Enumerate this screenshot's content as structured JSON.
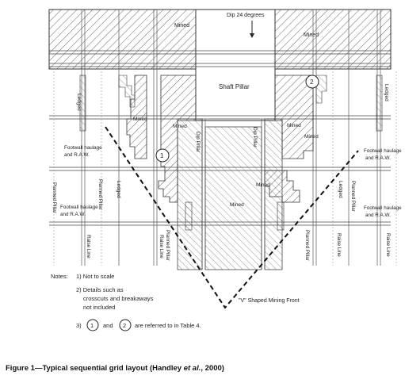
{
  "diagram": {
    "dip_label": "Dip 24 degrees",
    "shaft_pillar": "Shaft Pillar",
    "mined": "Mined",
    "ledged": "Ledged",
    "dip_pillar": "Dip Pillar",
    "planned_pillar": "Planned Pillar",
    "raise_line": "Raise Line",
    "footwall_haulage_line1": "Footwall haulage",
    "footwall_haulage_line2": "and R.A.W.",
    "v_front": "\"V\" Shaped Mining Front",
    "callout_1": "1",
    "callout_2": "2",
    "notes": {
      "heading": "Notes:",
      "n1": "1) Not to scale",
      "n2_a": "2) Details such as",
      "n2_b": "crosscuts and breakaways",
      "n2_c": "not included",
      "n3_prefix": "3)",
      "n3_and": "and",
      "n3_suffix": "are referred to in Table 4."
    }
  },
  "caption": {
    "prefix": "Figure 1—Typical sequential grid layout (Handley ",
    "etal": "et al.",
    "suffix": ", 2000)"
  }
}
